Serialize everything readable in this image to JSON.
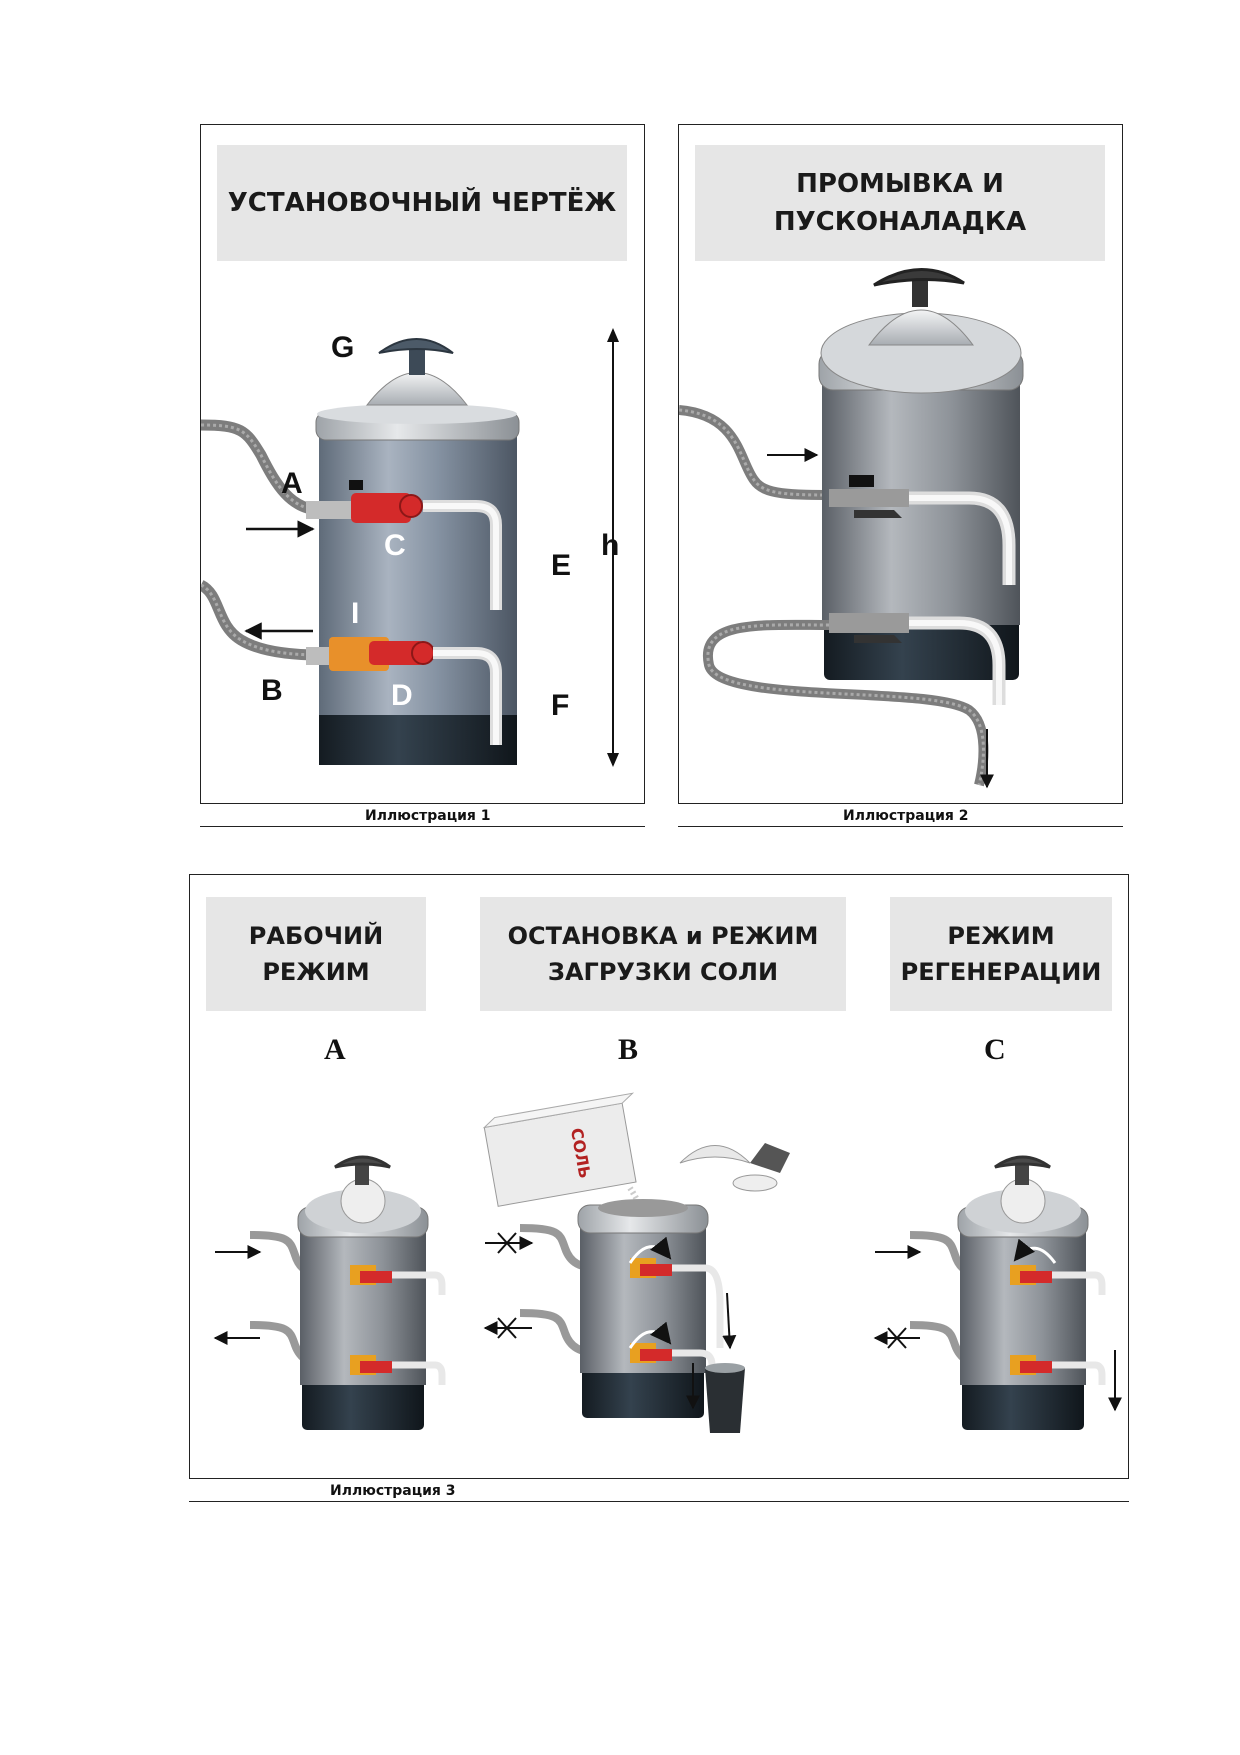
{
  "illustration1": {
    "title": "УСТАНОВОЧНЫЙ ЧЕРТЁЖ",
    "caption": "Иллюстрация 1",
    "labels": {
      "G": "G",
      "A": "A",
      "C": "C",
      "E": "E",
      "h": "h",
      "I": "I",
      "B": "B",
      "D": "D",
      "F": "F"
    }
  },
  "illustration2": {
    "title": "ПРОМЫВКА И\nПУСКОНАЛАДКА",
    "caption": "Иллюстрация 2"
  },
  "illustration3": {
    "caption": "Иллюстрация 3",
    "modes": [
      {
        "title": "РАБОЧИЙ\nРЕЖИМ",
        "letter": "A"
      },
      {
        "title": "ОСТАНОВКА и РЕЖИМ\nЗАГРУЗКИ СОЛИ",
        "letter": "B",
        "salt_label": "СОЛЬ"
      },
      {
        "title": "РЕЖИМ\nРЕГЕНЕРАЦИИ",
        "letter": "C"
      }
    ]
  },
  "colors": {
    "tank_body": "#8a96a6",
    "tank_cap": "#c9ccd0",
    "tank_base": "#1f2a33",
    "valve_red": "#d42a2a",
    "valve_orange": "#e8902a",
    "hose": "#7d7d7d",
    "pipe_white": "#eeeeee",
    "title_bg": "#e6e6e6"
  }
}
